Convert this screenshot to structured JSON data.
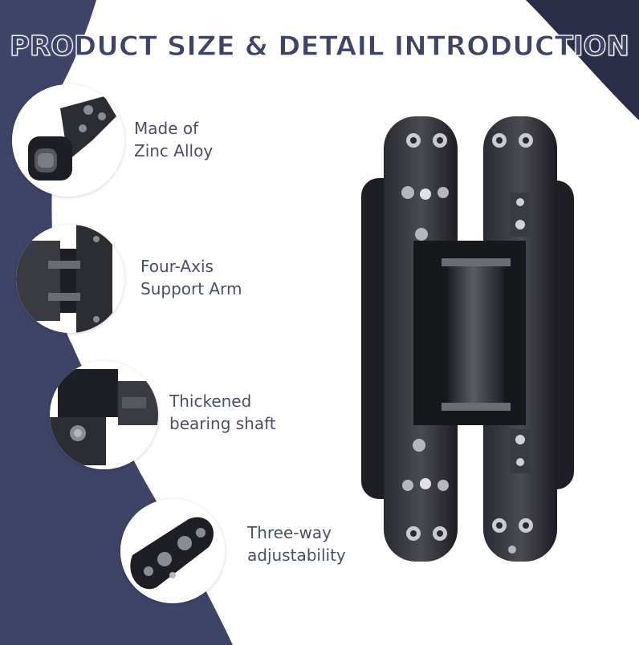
{
  "title": "PRODUCT SIZE & DETAIL INTRODUCTION",
  "colors": {
    "navy": "#3e4468",
    "dark_corner": "#2a2d48",
    "text": "#4a4e66",
    "metal_dark": "#1e1f24",
    "metal_mid": "#3a3b42",
    "metal_light": "#6a6c75"
  },
  "features": [
    {
      "line1": "Made of",
      "line2": "Zinc Alloy",
      "icon": "zinc-alloy-hinge-closeup"
    },
    {
      "line1": "Four-Axis",
      "line2": "Support Arm",
      "icon": "support-arm-closeup"
    },
    {
      "line1": "Thickened",
      "line2": "bearing shaft",
      "icon": "bearing-shaft-closeup"
    },
    {
      "line1": "Three-way",
      "line2": "adjustability",
      "icon": "adjustment-plate-closeup"
    }
  ],
  "product_icon": "concealed-hinge"
}
